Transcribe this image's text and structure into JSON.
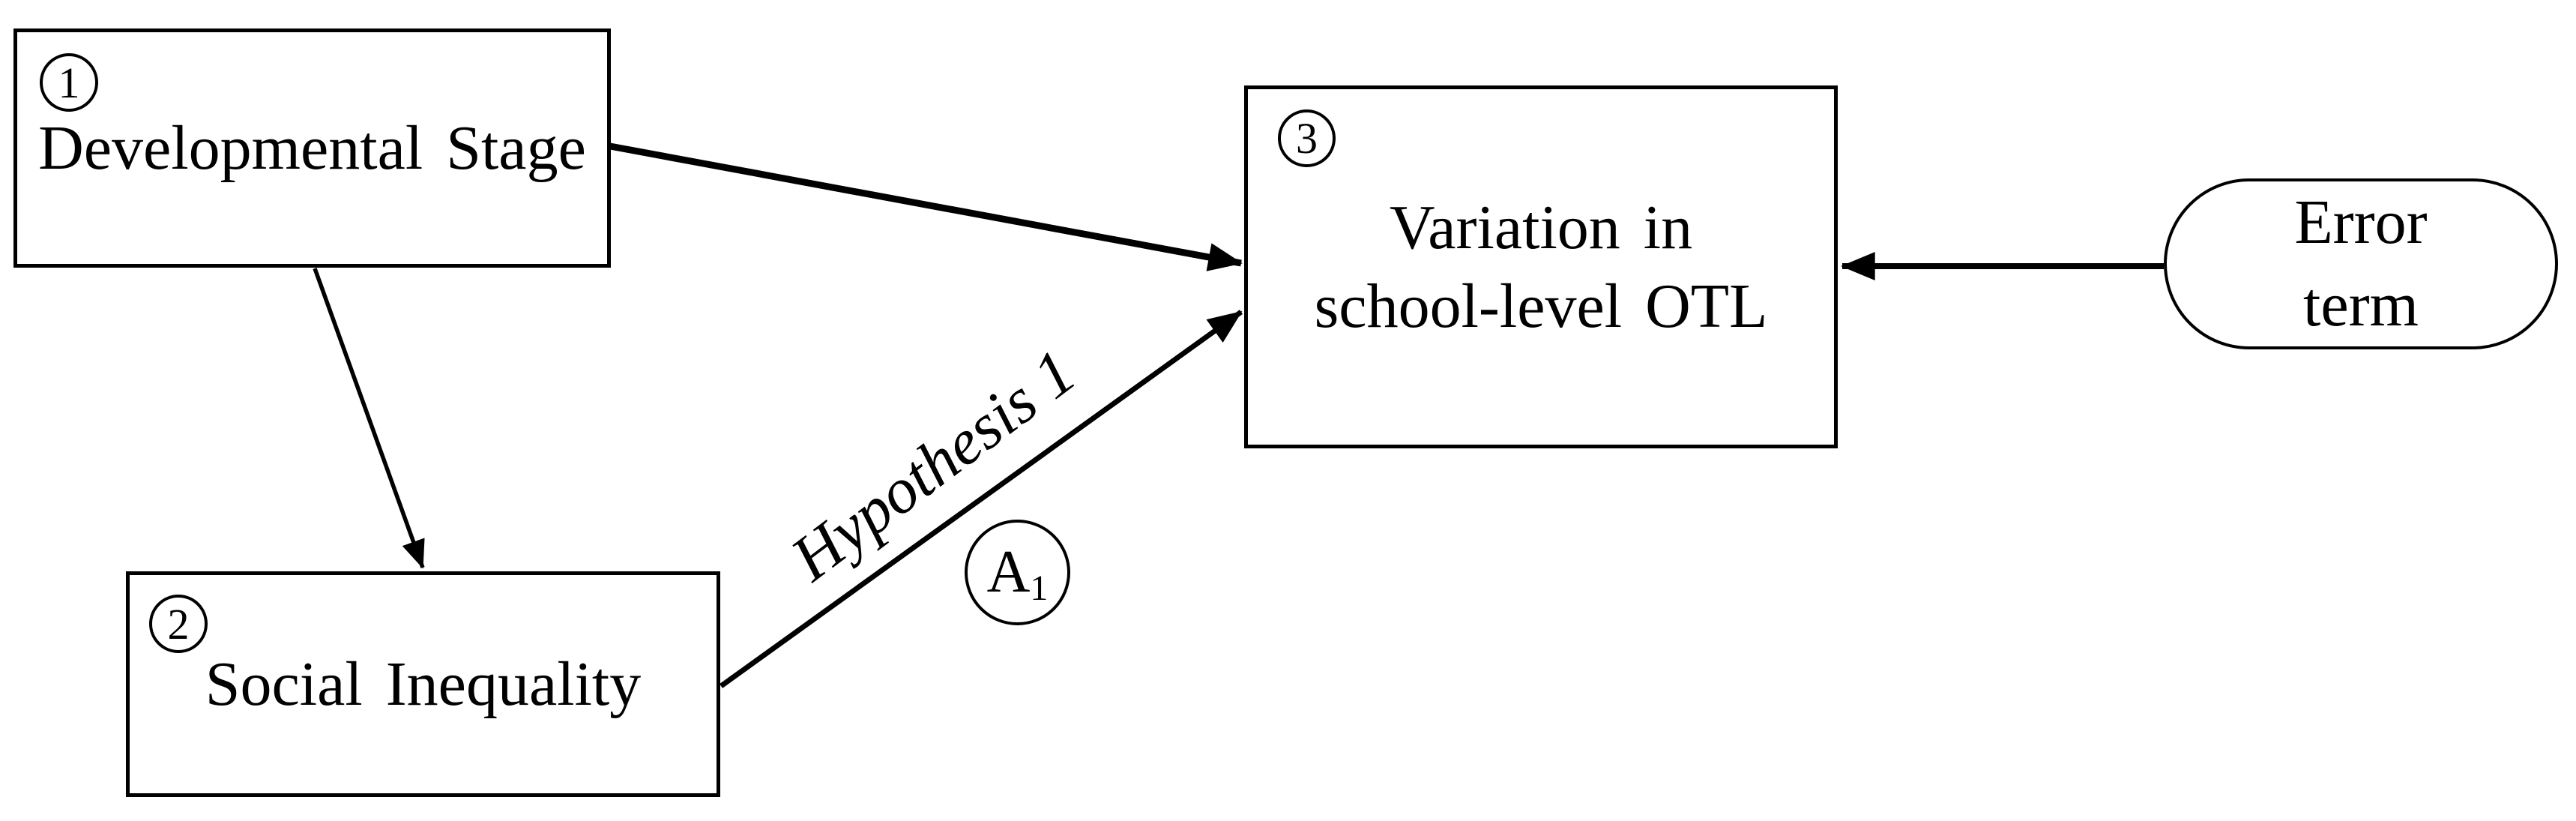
{
  "figure": {
    "background_color": "#ffffff",
    "ink_color": "#000000"
  },
  "nodes": {
    "developmental_stage": {
      "badge": "1",
      "label": "Developmental Stage"
    },
    "social_inequality": {
      "badge": "2",
      "label": "Social Inequality"
    },
    "variation_otl": {
      "badge": "3",
      "line1": "Variation in",
      "line2": "school-level OTL"
    },
    "error_term": {
      "line1": "Error",
      "line2": "term"
    }
  },
  "edges": {
    "hypothesis": {
      "label": "Hypothesis 1",
      "coefficient_base": "A",
      "coefficient_sub": "1"
    }
  }
}
